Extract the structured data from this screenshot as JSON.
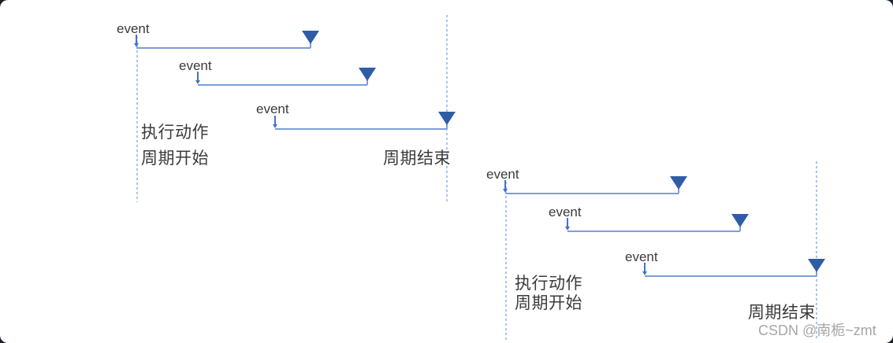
{
  "diagram": {
    "watermark": "CSDN @南栀~zmt",
    "colors": {
      "background": "#ffffff",
      "timeline_blue": "#7d9ed9",
      "event_arrow_blue": "#4472c4",
      "marker_triangle_blue": "#2e5da6",
      "dashed_guide_blue": "#aac4ee",
      "text": "#3b3b3b",
      "watermark_gray": "#a6a6a6"
    },
    "groups": [
      {
        "action_label": "执行动作",
        "cycle_start_label": "周期开始",
        "cycle_end_label": "周期结束",
        "events": [
          {
            "label": "event"
          },
          {
            "label": "event"
          },
          {
            "label": "event"
          }
        ]
      },
      {
        "action_label": "执行动作",
        "cycle_start_label": "周期开始",
        "cycle_end_label": "周期结束",
        "events": [
          {
            "label": "event"
          },
          {
            "label": "event"
          },
          {
            "label": "event"
          }
        ]
      }
    ]
  }
}
